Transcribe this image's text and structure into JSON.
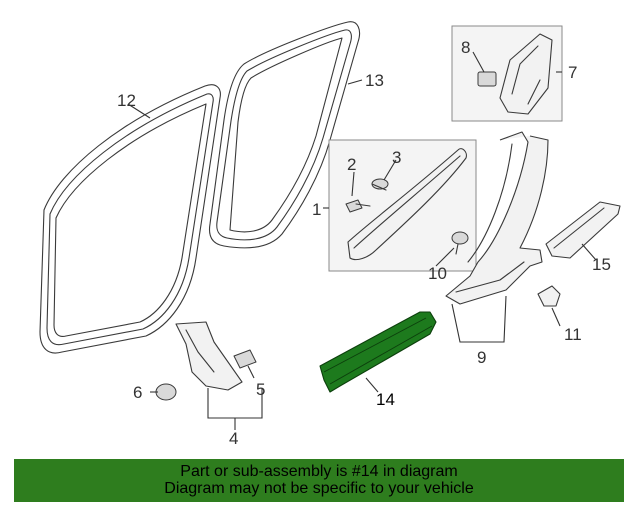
{
  "callouts": {
    "c1": "1",
    "c2": "2",
    "c3": "3",
    "c4": "4",
    "c5": "5",
    "c6": "6",
    "c7": "7",
    "c8": "8",
    "c9": "9",
    "c10": "10",
    "c11": "11",
    "c12": "12",
    "c13": "13",
    "c14": "14",
    "c15": "15"
  },
  "highlighted_part": "14",
  "colors": {
    "highlight": "#1d7a1d",
    "banner": "#2e7d1e"
  },
  "banner": {
    "line1": "Part or sub-assembly is #14 in diagram",
    "line2": "Diagram may not be specific to your vehicle"
  }
}
